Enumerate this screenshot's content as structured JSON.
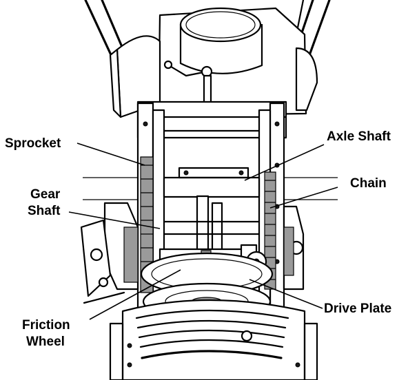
{
  "labels": {
    "sprocket": "Sprocket",
    "axle_shaft": "Axle Shaft",
    "gear": "Gear",
    "shaft": "Shaft",
    "chain": "Chain",
    "friction": "Friction",
    "wheel": "Wheel",
    "drive_plate": "Drive Plate"
  },
  "colors": {
    "line": "#000000",
    "background": "#ffffff"
  }
}
